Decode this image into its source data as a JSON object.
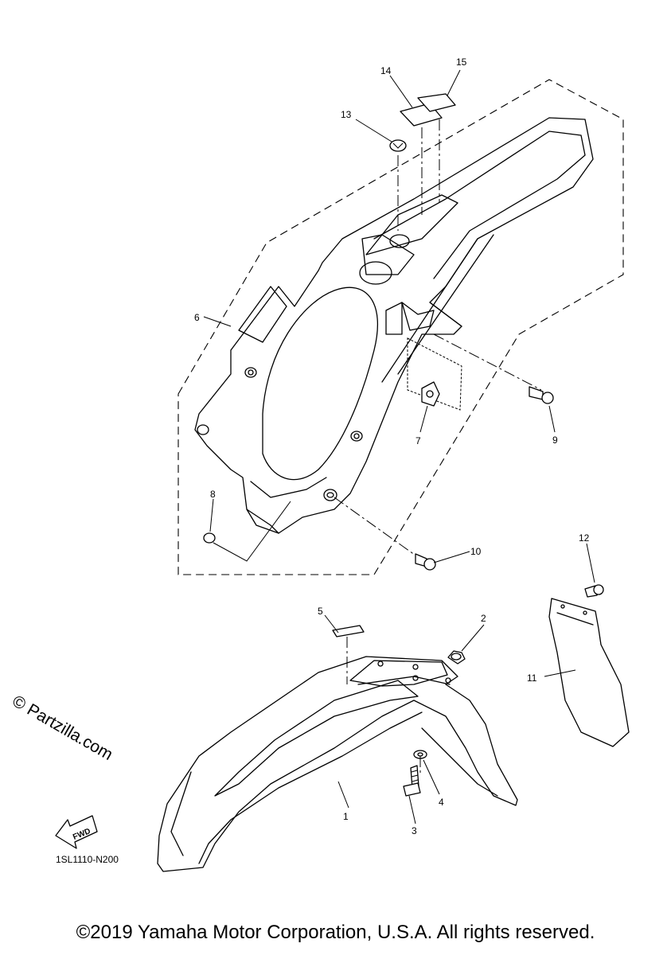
{
  "diagram": {
    "callouts": [
      {
        "id": "1",
        "text": "1"
      },
      {
        "id": "2",
        "text": "2"
      },
      {
        "id": "3",
        "text": "3"
      },
      {
        "id": "4",
        "text": "4"
      },
      {
        "id": "5",
        "text": "5"
      },
      {
        "id": "6",
        "text": "6"
      },
      {
        "id": "7",
        "text": "7"
      },
      {
        "id": "8",
        "text": "8"
      },
      {
        "id": "9",
        "text": "9"
      },
      {
        "id": "10",
        "text": "10"
      },
      {
        "id": "11",
        "text": "11"
      },
      {
        "id": "12",
        "text": "12"
      },
      {
        "id": "13",
        "text": "13"
      },
      {
        "id": "14",
        "text": "14"
      },
      {
        "id": "15",
        "text": "15"
      }
    ],
    "diagram_code": "1SL1110-N200",
    "fwd_label": "FWD",
    "watermark": "© Partzilla.com"
  },
  "footer": {
    "copyright": "©2019 Yamaha Motor Corporation, U.S.A. All rights reserved."
  }
}
